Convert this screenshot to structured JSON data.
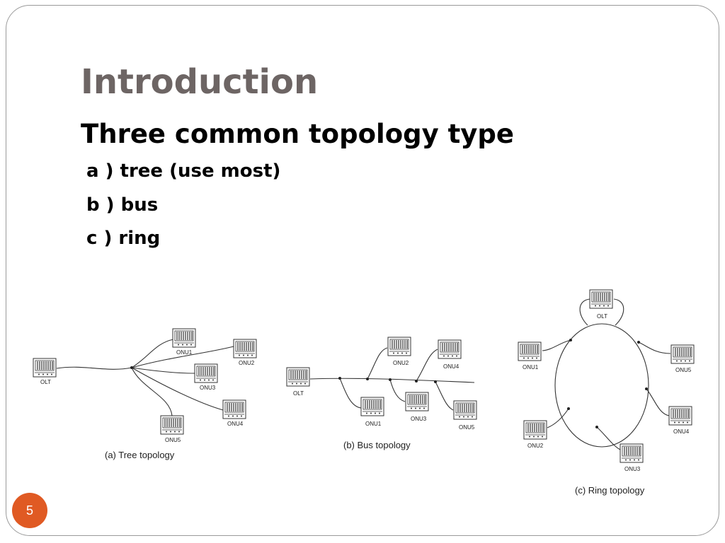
{
  "slide": {
    "title": "Introduction",
    "subtitle": "Three common topology type",
    "bullets": [
      "a ) tree (use most)",
      "b ) bus",
      "c ) ring"
    ],
    "page_number": "5"
  },
  "diagrams": {
    "tree": {
      "caption": "(a) Tree topology",
      "olt": "OLT",
      "onus": [
        "ONU1",
        "ONU2",
        "ONU3",
        "ONU4",
        "ONU5"
      ]
    },
    "bus": {
      "caption": "(b) Bus topology",
      "olt": "OLT",
      "onus": [
        "ONU1",
        "ONU2",
        "ONU3",
        "ONU4",
        "ONU5"
      ]
    },
    "ring": {
      "caption": "(c) Ring topology",
      "olt": "OLT",
      "onus": [
        "ONU1",
        "ONU2",
        "ONU3",
        "ONU4",
        "ONU5"
      ]
    }
  },
  "colors": {
    "title": "#6d6564",
    "badge": "#e05a23"
  }
}
